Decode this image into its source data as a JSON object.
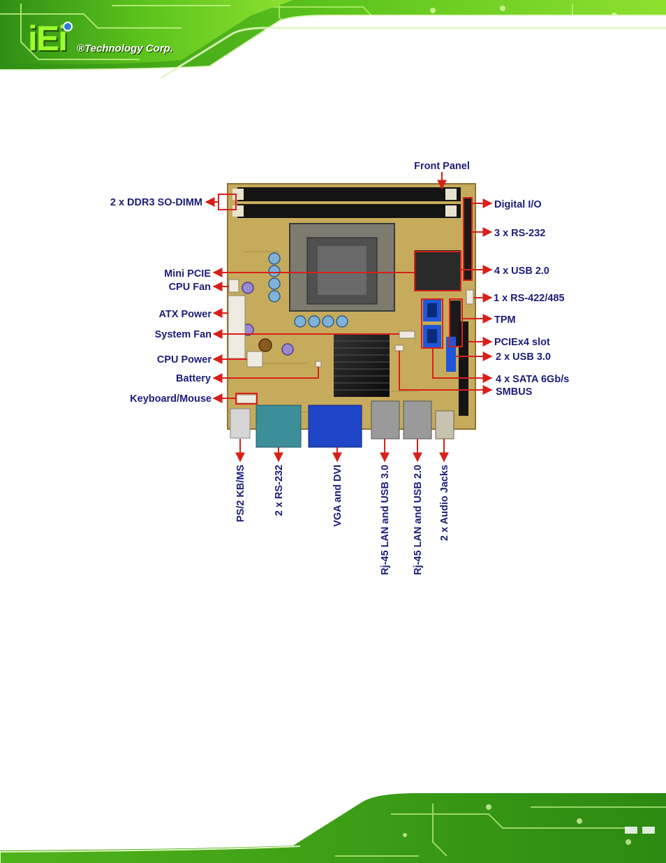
{
  "logo": {
    "mark": "iEi",
    "company": "®Technology Corp."
  },
  "labels": {
    "front_panel": "Front Panel",
    "ddr3": "2 x DDR3 SO-DIMM",
    "digital_io": "Digital I/O",
    "rs232_3": "3 x RS-232",
    "mini_pcie": "Mini PCIE",
    "cpu_fan": "CPU Fan",
    "usb20_4": "4 x USB 2.0",
    "rs422": "1 x RS-422/485",
    "atx_power": "ATX Power",
    "tpm": "TPM",
    "system_fan": "System Fan",
    "pciex4": "PCIEx4 slot",
    "cpu_power": "CPU Power",
    "usb30_2": "2 x USB 3.0",
    "battery": "Battery",
    "sata": "4 x SATA 6Gb/s",
    "keyboard_mouse": "Keyboard/Mouse",
    "smbus": "SMBUS",
    "ps2": "PS/2 KB/MS",
    "rs232_2": "2 x RS-232",
    "vga_dvi": "VGA and DVI",
    "rj45_usb30": "Rj-45 LAN and USB 3.0",
    "rj45_usb20": "Rj-45 LAN and USB 2.0",
    "audio": "2 x Audio Jacks"
  },
  "colors": {
    "pcb_green": "#1f8a10",
    "board": "#c7ab5c",
    "callout": "#d8201a",
    "label": "#1c1c7a",
    "sata_blue": "#1f57d8"
  }
}
